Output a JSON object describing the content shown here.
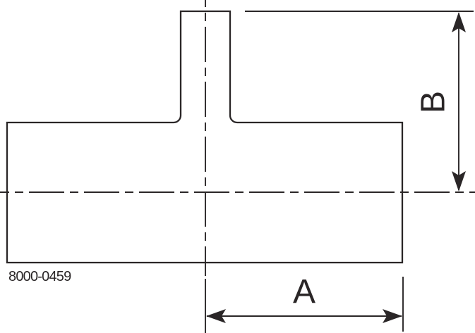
{
  "colors": {
    "line": "#2a2627",
    "background": "#ffffff"
  },
  "title_block": {
    "part_number": "8000-0459"
  },
  "dimensions": {
    "a": {
      "label": "A",
      "orientation": "horizontal"
    },
    "b": {
      "label": "B",
      "orientation": "vertical"
    }
  }
}
